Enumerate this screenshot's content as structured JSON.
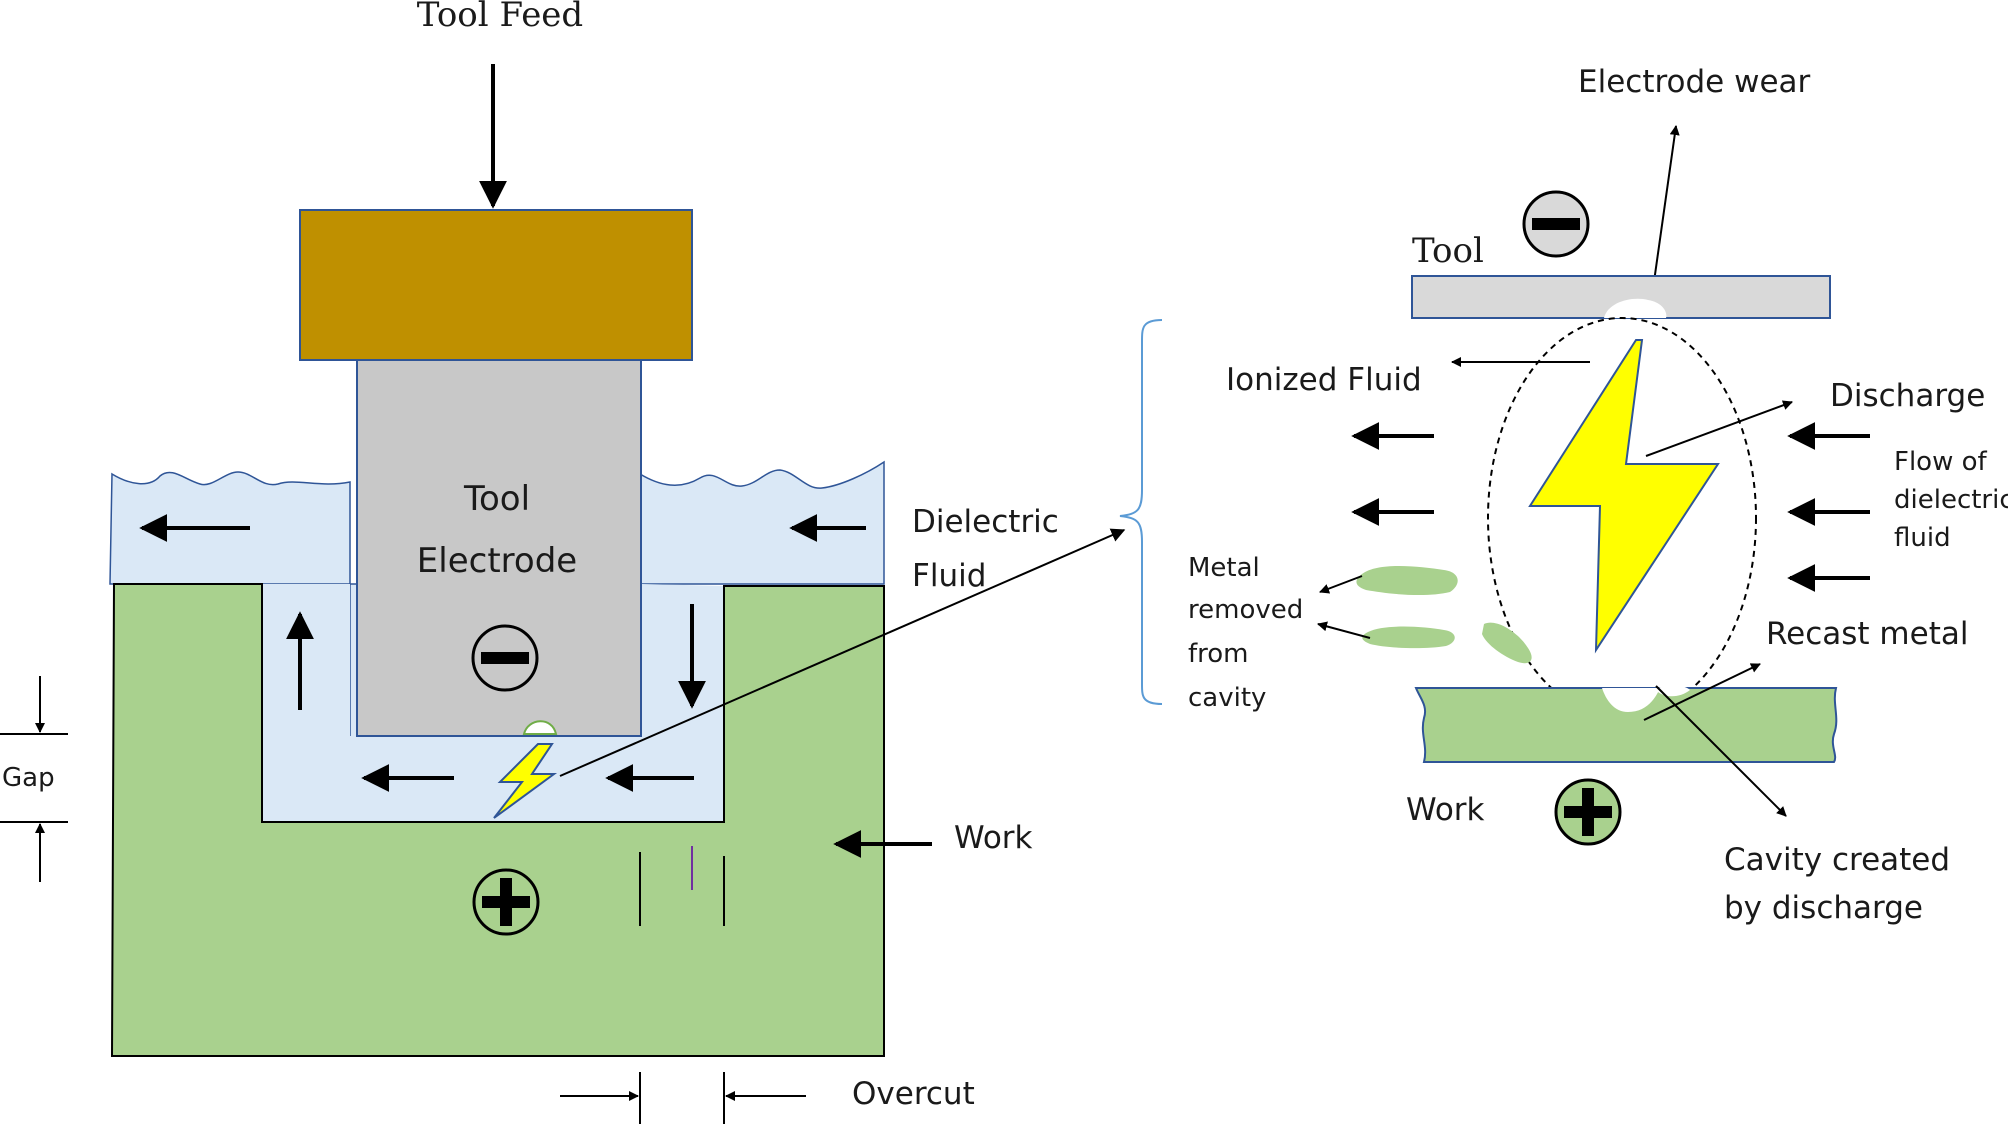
{
  "labels": {
    "tool_feed": "Tool Feed",
    "tool_electrode_line1": "Tool",
    "tool_electrode_line2": "Electrode",
    "dielectric_fluid_line1": "Dielectric",
    "dielectric_fluid_line2": "Fluid",
    "gap": "Gap",
    "work_left": "Work",
    "overcut": "Overcut",
    "electrode_wear": "Electrode wear",
    "tool_right": "Tool",
    "ionized_fluid": "Ionized Fluid",
    "discharge": "Discharge",
    "flow_line1": "Flow of",
    "flow_line2": "dielectric",
    "flow_line3": "fluid",
    "metal_line1": "Metal",
    "metal_line2": "removed",
    "metal_line3": "from",
    "metal_line4": "cavity",
    "recast_metal": "Recast metal",
    "work_right": "Work",
    "cavity_line1": "Cavity created",
    "cavity_line2": "by discharge"
  },
  "colors": {
    "tool_holder": "#bf9000",
    "tool_electrode": "#c8c8c8",
    "work": "#a9d18e",
    "dielectric": "#dae8f6",
    "outline": "#2f5597",
    "spark": "#ffff00"
  },
  "icons": {
    "negative": "minus-circle-icon",
    "positive": "plus-circle-icon",
    "spark": "lightning-bolt-icon"
  }
}
